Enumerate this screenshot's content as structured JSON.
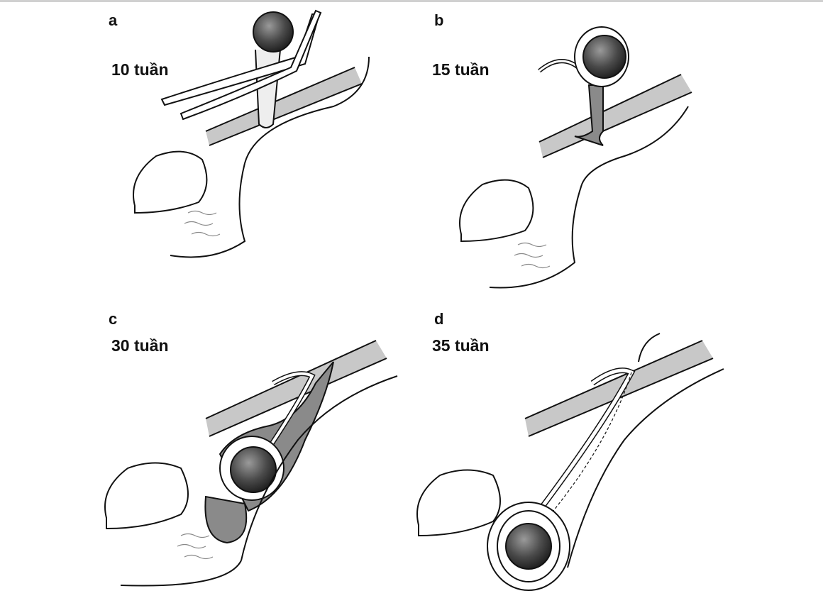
{
  "panels": [
    {
      "letter": "a",
      "label": "10 tuần"
    },
    {
      "letter": "b",
      "label": "15 tuần"
    },
    {
      "letter": "c",
      "label": "30 tuần"
    },
    {
      "letter": "d",
      "label": "35 tuần"
    }
  ],
  "colors": {
    "band": "#c8c8c8",
    "process": "#8a8a8a",
    "testis": "#3a3a3a",
    "line": "#111111"
  }
}
